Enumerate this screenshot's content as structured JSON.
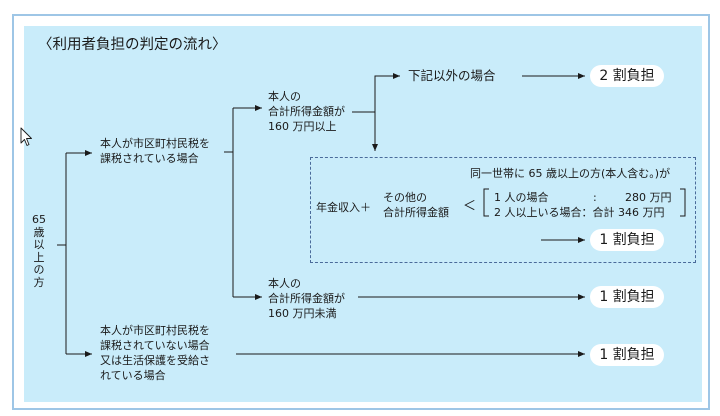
{
  "title": "〈利用者負担の判定の流れ〉",
  "root": "65歳以上の方",
  "taxed": {
    "line1": "本人が市区町村民税を",
    "line2": "課税されている場合"
  },
  "not_taxed": {
    "line1": "本人が市区町村民税を",
    "line2": "課税されていない場合",
    "line3": "又は生活保護を受給さ",
    "line4": "れている場合"
  },
  "high_income": {
    "line1": "本人の",
    "line2": "合計所得金額が",
    "line3": "160 万円以上"
  },
  "low_income": {
    "line1": "本人の",
    "line2": "合計所得金額が",
    "line3": "160 万円未満"
  },
  "other_case": "下記以外の場合",
  "box": {
    "header": "同一世帯に 65 歳以上の方(本人含む。)が",
    "pension": "年金収入＋",
    "other_income_1": "その他の",
    "other_income_2": "合計所得金額",
    "less_than": "＜",
    "one_person_label": "1 人の場合",
    "one_person_colon": ":",
    "one_person_value": "280 万円",
    "two_person": "2 人以上いる場合：合計 346 万円"
  },
  "results": {
    "two_percent": "2 割負担",
    "one_percent": "1 割負担"
  },
  "colors": {
    "panel": "#c9ecfa",
    "frame": "#9ec6e6",
    "dashed": "#4a6b9a"
  },
  "icons": {
    "cursor": "mouse-pointer-icon"
  }
}
